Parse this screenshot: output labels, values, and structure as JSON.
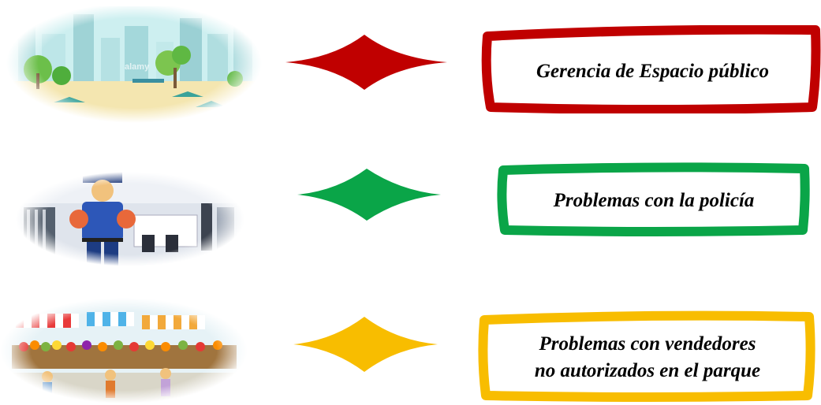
{
  "rows": [
    {
      "label": "Gerencia de Espacio público",
      "color": "#c00000",
      "illustration": "city-park-illustration",
      "watermark": "alamy"
    },
    {
      "label": "Problemas con la policía",
      "color": "#0aa548",
      "illustration": "police-officer-illustration"
    },
    {
      "label_line1": "Problemas con vendedores",
      "label_line2": "no autorizados en el parque",
      "color": "#f8bd00",
      "illustration": "street-market-illustration"
    }
  ]
}
